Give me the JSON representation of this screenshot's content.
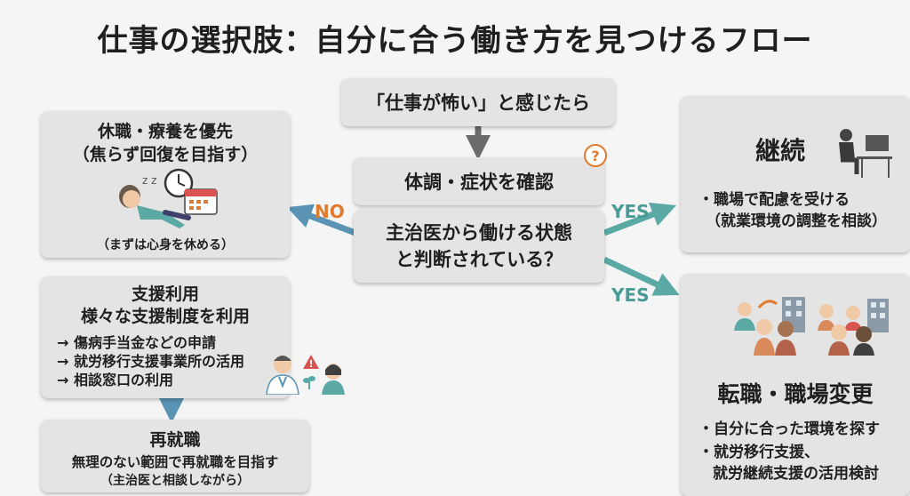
{
  "title": "仕事の選択肢：自分に合う働き方を見つけるフロー",
  "start": "「仕事が怖い」と感じたら",
  "check": "体調・症状を確認",
  "question": [
    "主治医から働ける状態",
    "と判断されている？"
  ],
  "no_label": "NO",
  "yes_label_1": "YES",
  "yes_label_2": "YES",
  "rest": {
    "title": [
      "休職・療養を優先",
      "（焦らず回復を目指す）"
    ],
    "note": "（まずは心身を休める）"
  },
  "support": {
    "title": [
      "支援利用",
      "様々な支援制度を利用"
    ],
    "items": [
      "→ 傷病手当金などの申請",
      "→ 就労移行支援事業所の活用",
      "→ 相談窓口の利用"
    ]
  },
  "rework": {
    "title": "再就職",
    "lines": [
      "無理のない範囲で再就職を目指す",
      "（主治医と相談しながら）"
    ]
  },
  "continue": {
    "title": "継続",
    "lines": [
      "・職場で配慮を受ける",
      "（就業環境の調整を相談）"
    ]
  },
  "change": {
    "title": "転職・職場変更",
    "lines": [
      "・自分に合った環境を探す",
      "・就労移行支援、",
      "就労継続支援の活用検討"
    ]
  },
  "colors": {
    "blue_arrow": "#5a93b4",
    "teal_arrow": "#5aa9a5",
    "gray_arrow": "#6b6b6b",
    "no_text": "#e07b2e",
    "yes_text": "#4a9a97"
  }
}
